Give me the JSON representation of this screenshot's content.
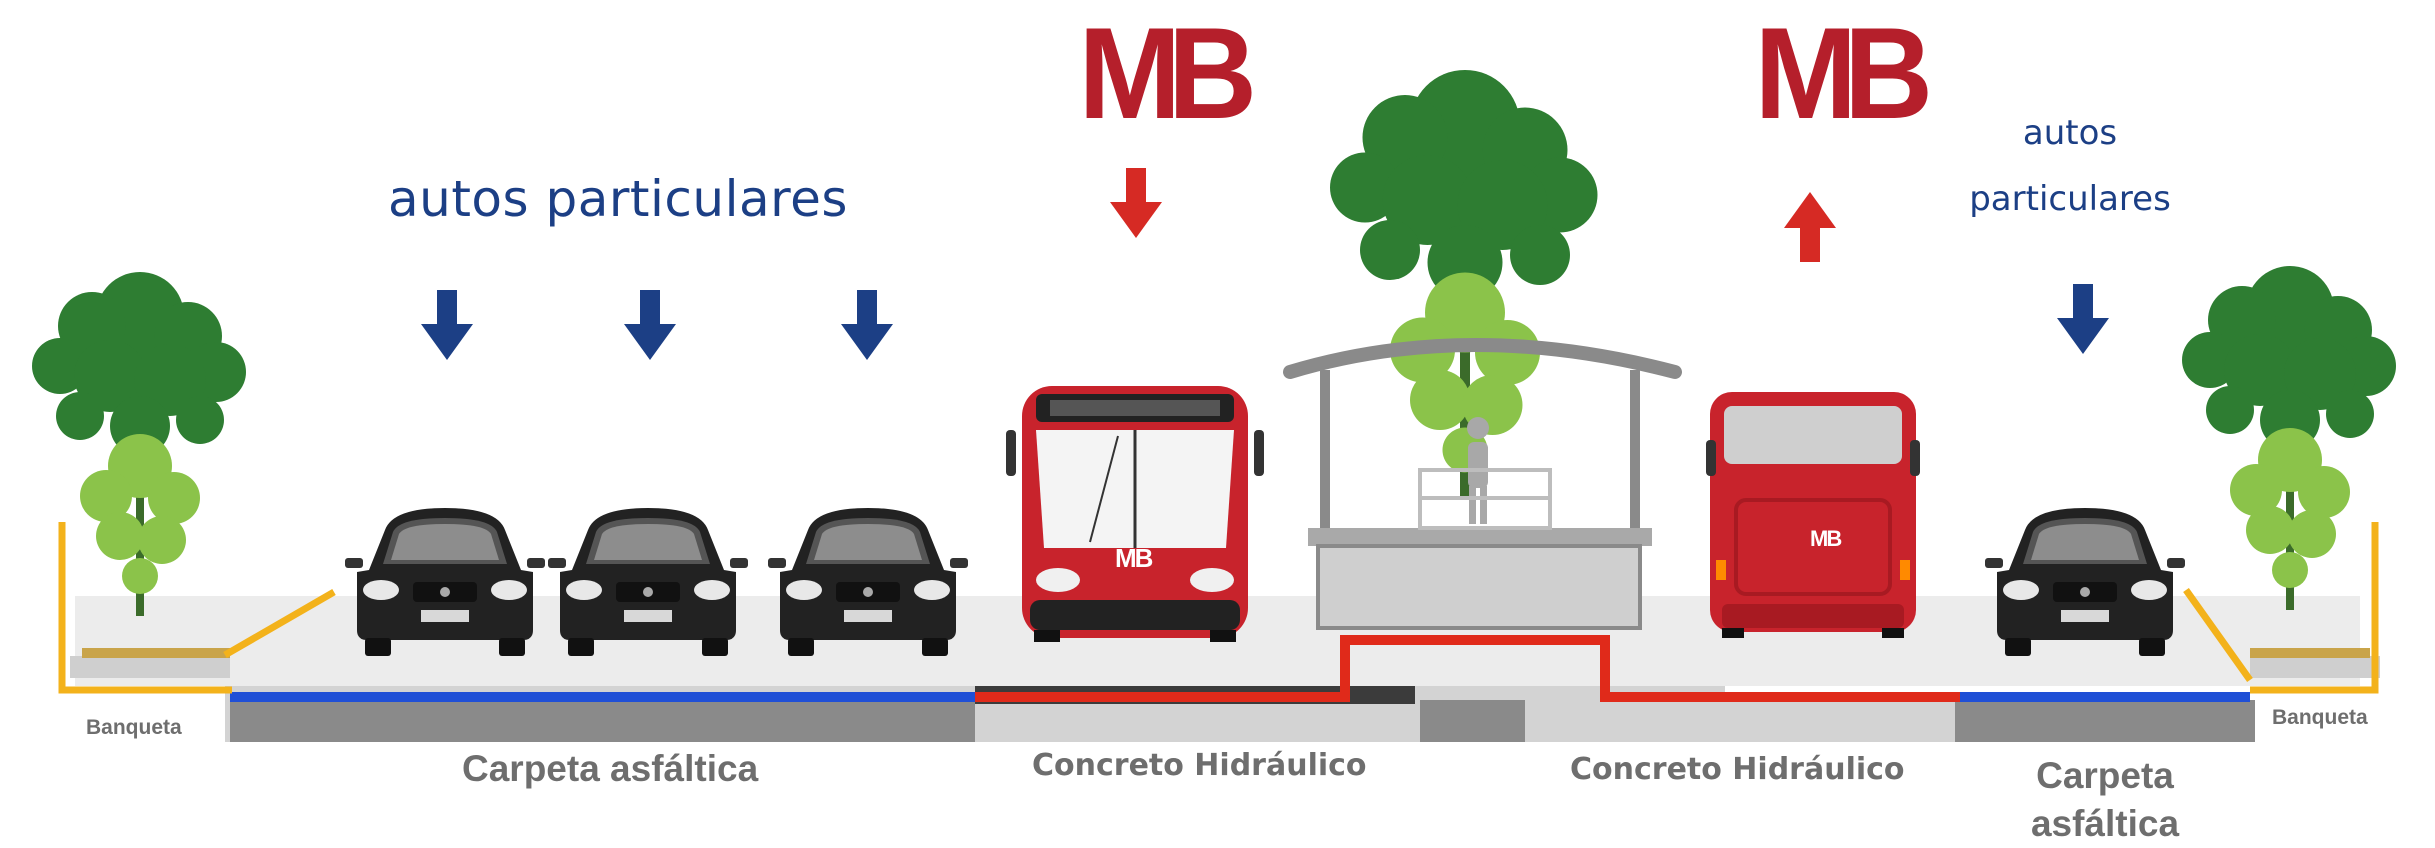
{
  "labels": {
    "autos_left": "autos particulares",
    "autos_right_line1": "autos",
    "autos_right_line2": "particulares",
    "carpeta_left": "Carpeta asfáltica",
    "carpeta_right_line1": "Carpeta",
    "carpeta_right_line2": "asfáltica",
    "concreto_left": "Concreto Hidráulico",
    "concreto_right": "Concreto Hidráulico",
    "banqueta_left": "Banqueta",
    "banqueta_right": "Banqueta"
  },
  "logos": {
    "mb_top_left": "MB",
    "mb_top_right": "MB",
    "mb_bus_front": "MB",
    "mb_bus_back": "MB"
  },
  "icons": {
    "down_arrow": "arrow-down-icon",
    "up_arrow": "arrow-up-icon"
  },
  "colors": {
    "metrobus_red": "#c8232c",
    "car_lane_blue": "#1c3f85",
    "asphalt_line": "#1f4fd6",
    "concrete_line": "#e02a1a",
    "curb_yellow": "#f3b21b",
    "tree_dark": "#2e7d32",
    "tree_light": "#8bc34a"
  }
}
